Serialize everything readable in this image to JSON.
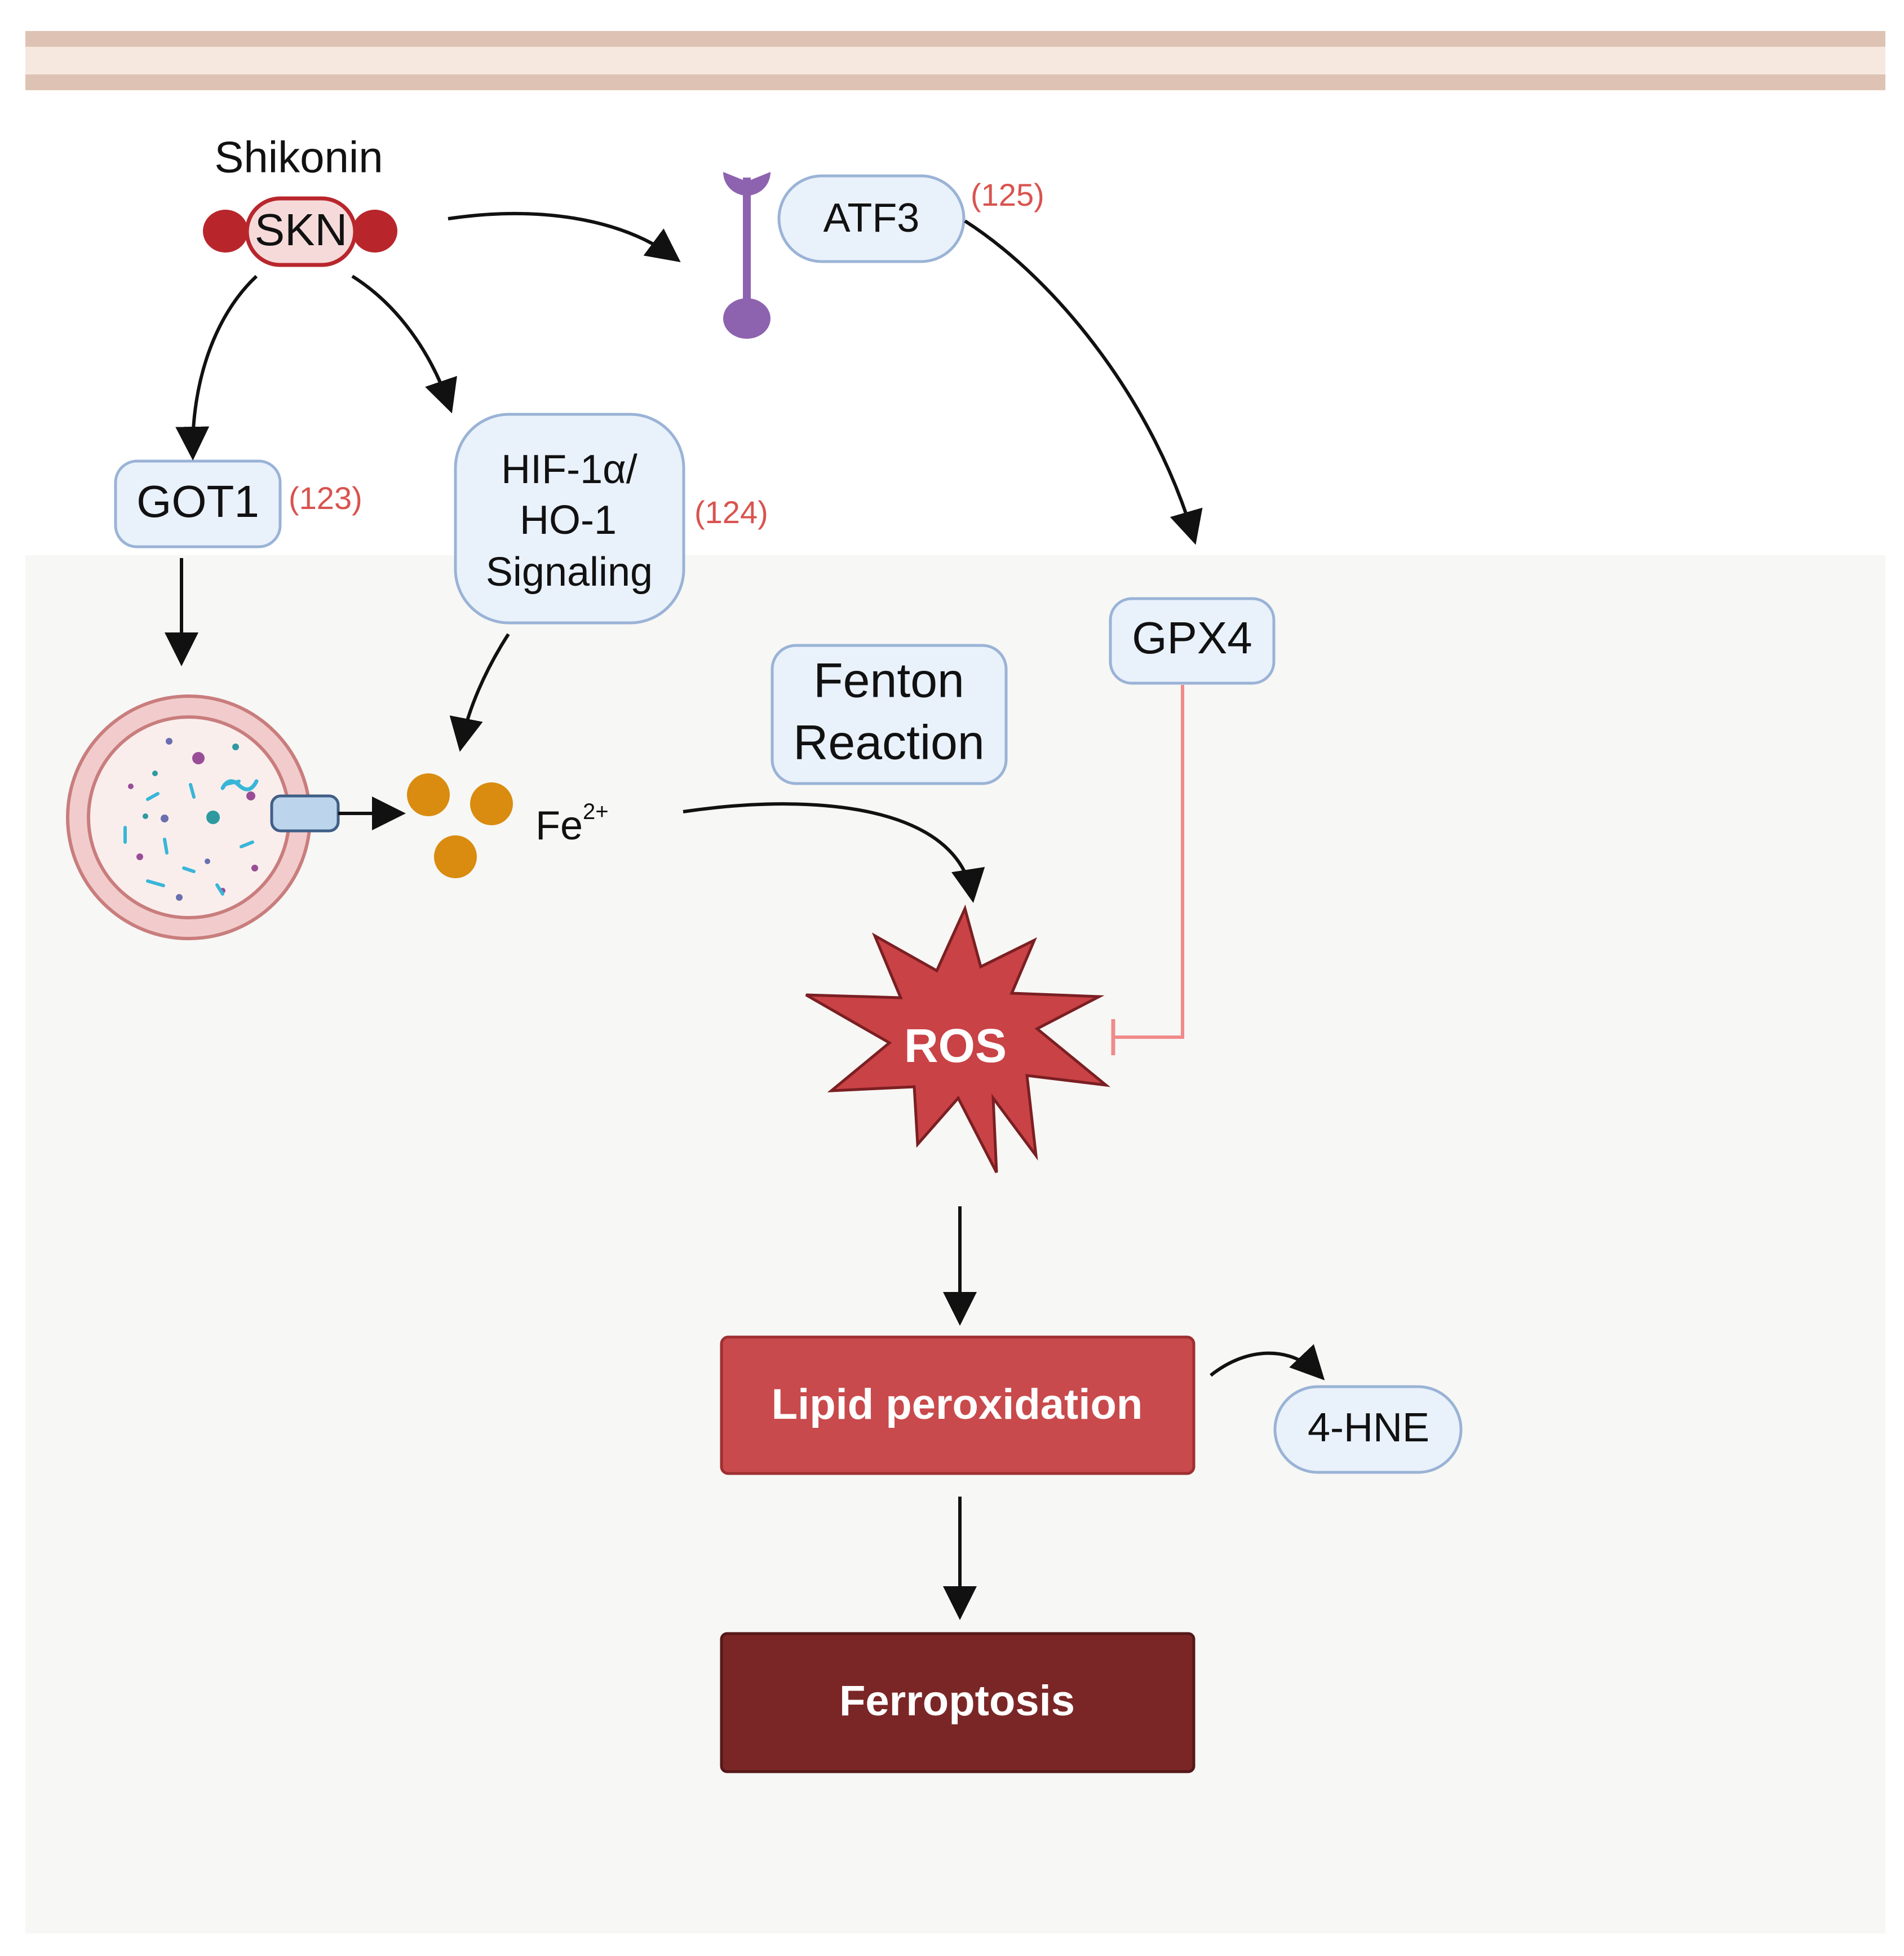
{
  "drug": {
    "name": "Shikonin",
    "abbr": "SKN"
  },
  "nodes": {
    "atf3": "ATF3",
    "got1": "GOT1",
    "hif_line1": "HIF-1α/",
    "hif_line2": "HO-1",
    "hif_line3": "Signaling",
    "gpx4": "GPX4",
    "fenton_line1": "Fenton",
    "fenton_line2": "Reaction",
    "iron_base": "Fe",
    "iron_charge": "2+",
    "ros": "ROS",
    "lipid": "Lipid peroxidation",
    "hne": "4-HNE",
    "ferroptosis": "Ferroptosis"
  },
  "refs": {
    "atf3": "(125)",
    "got1": "(123)",
    "hif": "(124)"
  },
  "colors": {
    "box_fill": "#e9f1fb",
    "box_stroke": "#9ab3d6",
    "ros_fill": "#c94246",
    "lipid_fill": "#c94a4c",
    "ferroptosis_fill": "#7b2626",
    "inhibit_line": "#f08a8a",
    "ref_text": "#d9534f",
    "iron": "#d98c10",
    "receptor": "#8d63b0",
    "cell_bg": "#f7f7f5"
  }
}
